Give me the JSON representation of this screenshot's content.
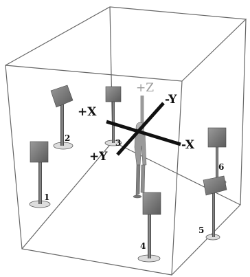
{
  "axes": {
    "plus_z": "+Z",
    "plus_x": "+X",
    "minus_y": "-Y",
    "plus_y": "+Y",
    "minus_x": "-X"
  },
  "speakers": {
    "s1": "1",
    "s2": "2",
    "s3": "3",
    "s4": "4",
    "s5": "5",
    "s6": "6"
  },
  "colors": {
    "frame": "#666666",
    "speaker_box": "#7a7a7a",
    "stand": "#555555",
    "axis_cross": "#111111",
    "z_axis": "#9a9a9a"
  },
  "icons": {
    "figure": "standing-person-icon",
    "speaker": "loudspeaker-on-stand-icon"
  }
}
